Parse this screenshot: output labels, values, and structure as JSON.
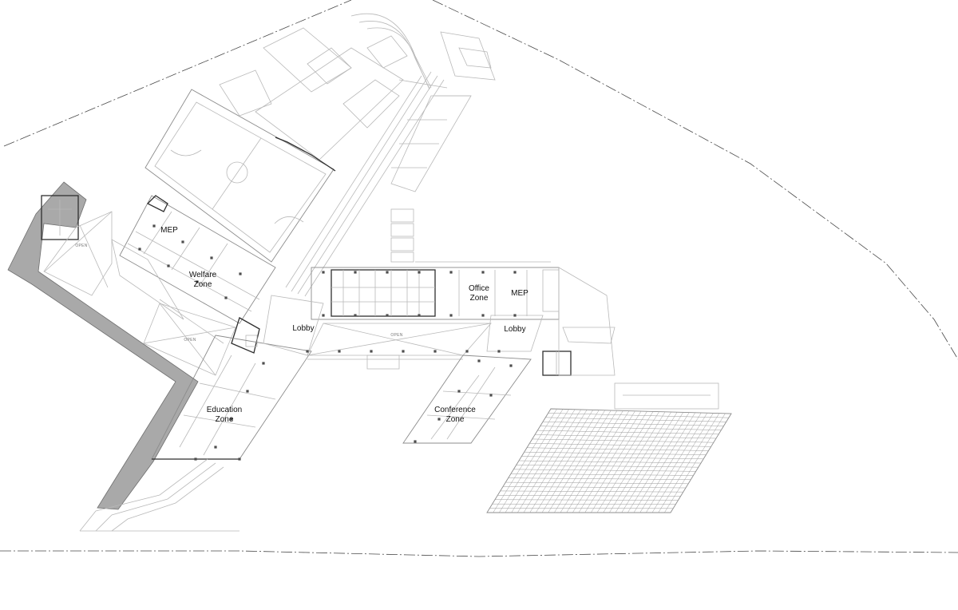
{
  "plan": {
    "zones": [
      {
        "id": "mep-west",
        "lines": [
          "MEP"
        ]
      },
      {
        "id": "welfare",
        "lines": [
          "Welfare",
          "Zone"
        ]
      },
      {
        "id": "lobby-center",
        "lines": [
          "Lobby"
        ]
      },
      {
        "id": "office",
        "lines": [
          "Office",
          "Zone"
        ]
      },
      {
        "id": "mep-east",
        "lines": [
          "MEP"
        ]
      },
      {
        "id": "lobby-east",
        "lines": [
          "Lobby"
        ]
      },
      {
        "id": "education",
        "lines": [
          "Education",
          "Zone"
        ]
      },
      {
        "id": "conference",
        "lines": [
          "Conference",
          "Zone"
        ]
      }
    ],
    "open_labels": [
      "OPEN",
      "OPEN",
      "OPEN"
    ]
  },
  "colors": {
    "background": "#ffffff",
    "linework": "#8c8c8c",
    "walls": "#2f2f2f",
    "shaded_wall": "#a9a9a9"
  }
}
